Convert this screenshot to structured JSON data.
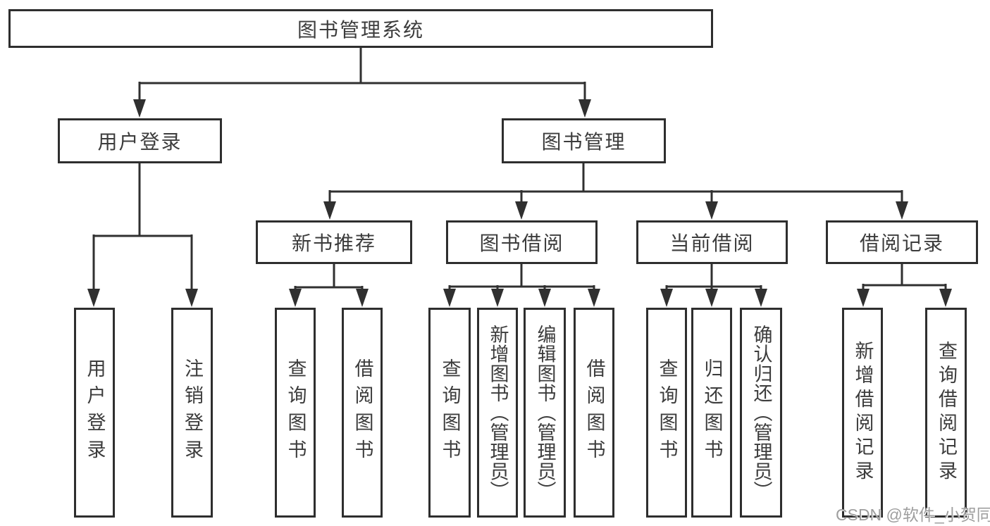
{
  "diagram": {
    "title_node": {
      "label": "图书管理系统"
    },
    "level2": [
      {
        "label": "用户登录"
      },
      {
        "label": "图书管理"
      }
    ],
    "level3": [
      {
        "label": "新书推荐"
      },
      {
        "label": "图书借阅"
      },
      {
        "label": "当前借阅"
      },
      {
        "label": "借阅记录"
      }
    ],
    "leaves": {
      "user_login": [
        {
          "label": "用户登录"
        },
        {
          "label": "注销登录"
        }
      ],
      "new_book": [
        {
          "label": "查询图书"
        },
        {
          "label": "借阅图书"
        }
      ],
      "book_borrow": [
        {
          "label": "查询图书"
        },
        {
          "label": "新增图书（管理员）"
        },
        {
          "label": "编辑图书（管理员）"
        },
        {
          "label": "借阅图书"
        }
      ],
      "current_borrow": [
        {
          "label": "查询图书"
        },
        {
          "label": "归还图书"
        },
        {
          "label": "确认归还（管理员）"
        }
      ],
      "borrow_record": [
        {
          "label": "新增借阅记录"
        },
        {
          "label": "查询借阅记录"
        }
      ]
    },
    "watermark": "CSDN @软件_小贺同学",
    "colors": {
      "line": "#303030",
      "border": "#2e2e2e",
      "text": "#3c3c3c",
      "watermark": "#9e9e9e",
      "background": "#ffffff"
    }
  }
}
